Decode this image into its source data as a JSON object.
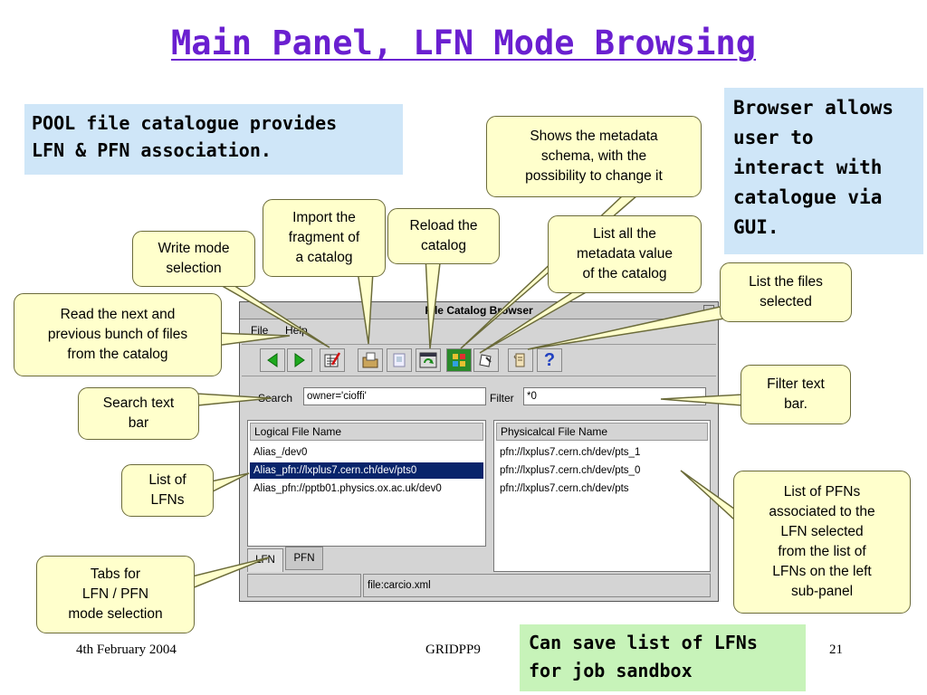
{
  "slide": {
    "title": "Main Panel, LFN Mode Browsing",
    "left_note": "POOL file catalogue provides\nLFN & PFN association.",
    "right_note": "Browser allows\nuser to\ninteract with\ncatalogue via\nGUI.",
    "bottom_note": "Can save list of LFNs\nfor job sandbox",
    "footer_date": "4th February 2004",
    "footer_event": "GRIDPP9",
    "page_number": "21"
  },
  "callouts": {
    "metadata_schema": "Shows the metadata\nschema, with the\npossibility to change it",
    "import_fragment": "Import the\nfragment of\na catalog",
    "reload": "Reload the\ncatalog",
    "write_mode": "Write mode\nselection",
    "list_metadata": "List all the\nmetadata value\nof the catalog",
    "list_files": "List the files\nselected",
    "read_next": "Read the next and\nprevious bunch of files\nfrom the catalog",
    "search_bar": "Search text\nbar",
    "filter_bar": "Filter text\nbar.",
    "list_lfns": "List of\nLFNs",
    "list_pfns": "List of PFNs\nassociated to the\nLFN selected\nfrom the list of\nLFNs on the left\nsub-panel",
    "tabs": "Tabs for\nLFN / PFN\nmode selection"
  },
  "window": {
    "title": "File Catalog Browser",
    "menu": {
      "file": "File",
      "help": "Help"
    },
    "toolbar_icons": [
      "prev-arrow-icon",
      "next-arrow-icon",
      "write-mode-icon",
      "import-icon",
      "export-icon",
      "reload-icon",
      "metadata-schema-icon",
      "list-metadata-icon",
      "list-files-icon",
      "help-icon"
    ],
    "search": {
      "label": "Search",
      "value": "owner='cioffi'"
    },
    "filter": {
      "label": "Filter",
      "value": "*0"
    },
    "lfn_panel": {
      "header": "Logical File Name",
      "rows": [
        "Alias_/dev0",
        "Alias_pfn://lxplus7.cern.ch/dev/pts0",
        "Alias_pfn://pptb01.physics.ox.ac.uk/dev0"
      ],
      "selected_index": 1
    },
    "pfn_panel": {
      "header": "Physicalcal File Name",
      "rows": [
        "pfn://lxplus7.cern.ch/dev/pts_1",
        "pfn://lxplus7.cern.ch/dev/pts_0",
        "pfn://lxplus7.cern.ch/dev/pts"
      ]
    },
    "tabs": {
      "lfn": "LFN",
      "pfn": "PFN",
      "active": "LFN"
    },
    "status": {
      "left": "",
      "file": "file:carcio.xml"
    }
  },
  "colors": {
    "title": "#6a1fd0",
    "blue_note": "#cfe6f8",
    "green_note": "#c7f3b9",
    "callout": "#ffffcc",
    "selection": "#08246b"
  }
}
